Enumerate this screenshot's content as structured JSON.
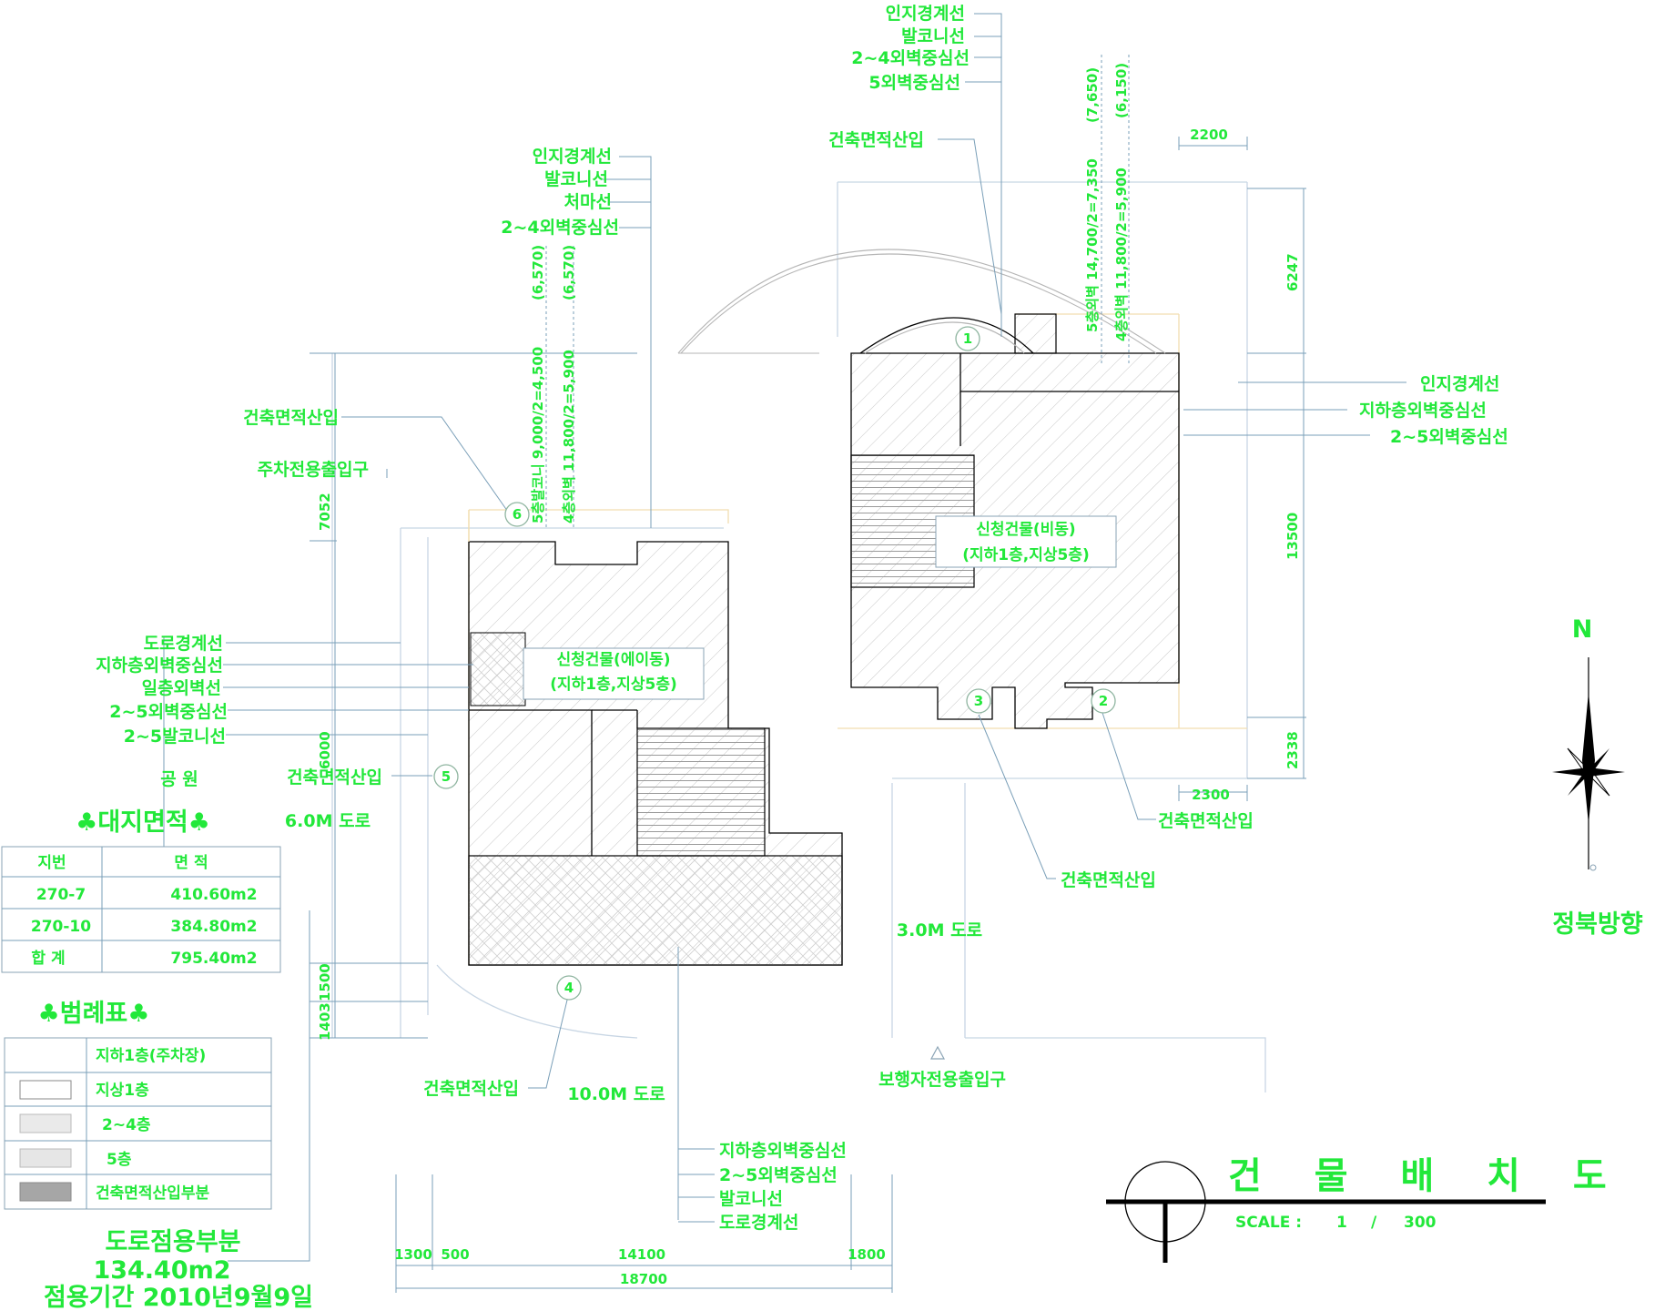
{
  "top_labels": [
    "인지경계선",
    "발코니선",
    "2~4외벽중심선",
    "5외벽중심선"
  ],
  "top_area_label": "건축면적산입",
  "top_vertical_dims": [
    "5층외벽 14,700/2=7,350",
    "(7,650)",
    "4층외벽 11,800/2=5,900",
    "(6,150)"
  ],
  "mid_top_labels": [
    "인지경계선",
    "발코니선",
    "처마선",
    "2~4외벽중심선"
  ],
  "mid_vertical_dims": [
    "5층발코니 9,000/2=4,500",
    "(6,570)",
    "4층외벽 11,800/2=5,900",
    "(6,570)"
  ],
  "left_area_label": "건축면적산입",
  "parking_entry": "주차전용출입구",
  "left_labels": [
    "도로경계선",
    "지하층외벽중심선",
    "일층외벽선",
    "2~5외벽중심선",
    "2~5발코니선"
  ],
  "park": "공 원",
  "left_area_label2": "건축면적산입",
  "road_6m": "6.0M 도로",
  "road_3m": "3.0M 도로",
  "road_10m": "10.0M 도로",
  "right_labels": [
    "인지경계선",
    "지하층외벽중심선",
    "2~5외벽중심선"
  ],
  "right_area_label_a": "건축면적산입",
  "right_area_label_b": "건축면적산입",
  "bottom_area_label": "건축면적산입",
  "pedestrian_entry": "보행자전용출입구",
  "bottom_labels": [
    "지하층외벽중심선",
    "2~5외벽중심선",
    "발코니선",
    "도로경계선"
  ],
  "building_a": {
    "name": "신청건물(에이동)",
    "floors": "(지하1층,지상5층)"
  },
  "building_b": {
    "name": "신청건물(비동)",
    "floors": "(지하1층,지상5층)"
  },
  "circle_markers": [
    "1",
    "2",
    "3",
    "4",
    "5",
    "6"
  ],
  "dims": {
    "d2200_top": "2200",
    "d6247": "6247",
    "d13500": "13500",
    "d2338": "2338",
    "d2300": "2300",
    "d7052": "7052",
    "d6000": "6000",
    "d1500": "1500",
    "d1403": "1403",
    "b1300": "1300",
    "b500": "500",
    "b14100": "14100",
    "b1800": "1800",
    "b18700": "18700"
  },
  "site_area": {
    "title": "♣대지면적♣",
    "headers": [
      "지번",
      "면 적"
    ],
    "rows": [
      [
        "270-7",
        "410.60m2"
      ],
      [
        "270-10",
        "384.80m2"
      ],
      [
        "합 계",
        "795.40m2"
      ]
    ]
  },
  "legend": {
    "title": "♣범례표♣",
    "items": [
      "지하1층(주차장)",
      "지상1층",
      "2~4층",
      "5층",
      "건축면적산입부분"
    ]
  },
  "road_occupation": {
    "label": "도로점용부분",
    "area": "134.40m2",
    "period": "점용기간 2010년9월9일"
  },
  "north": {
    "letter": "N",
    "label": "정북방향"
  },
  "drawing_title": {
    "title": "건 물 배 치 도",
    "scale_label": "SCALE :",
    "scale_num": "1",
    "scale_sep": "/",
    "scale_den": "300"
  }
}
